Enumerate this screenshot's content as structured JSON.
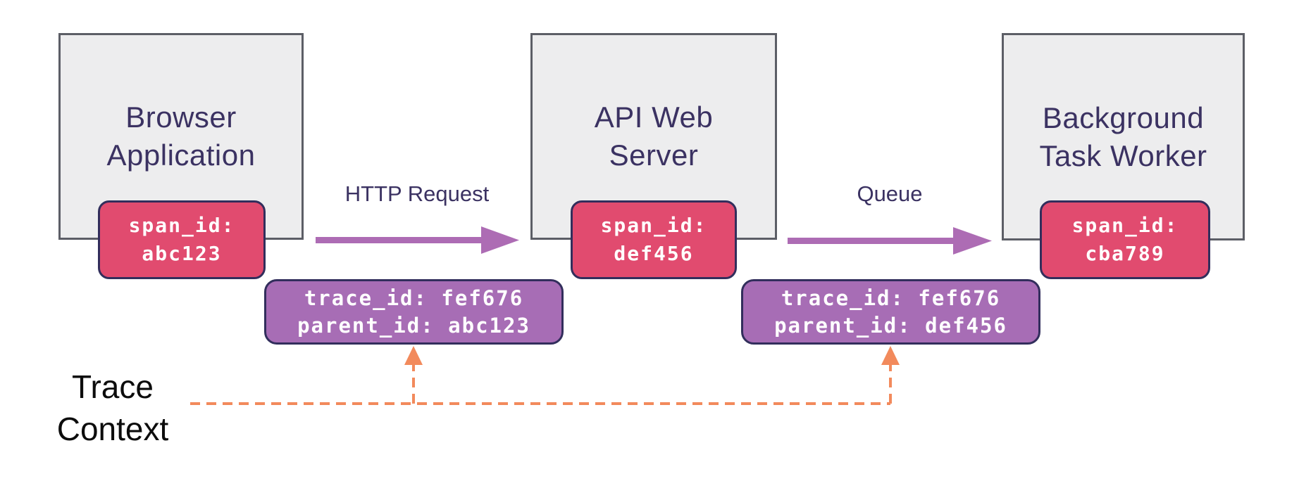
{
  "diagram": {
    "nodes": [
      {
        "title_line1": "Browser",
        "title_line2": "Application",
        "span": {
          "label": "span_id:",
          "value": "abc123"
        }
      },
      {
        "title_line1": "API Web",
        "title_line2": "Server",
        "span": {
          "label": "span_id:",
          "value": "def456"
        }
      },
      {
        "title_line1": "Background",
        "title_line2": "Task Worker",
        "span": {
          "label": "span_id:",
          "value": "cba789"
        }
      }
    ],
    "edges": [
      {
        "label": "HTTP Request"
      },
      {
        "label": "Queue"
      }
    ],
    "context_boxes": [
      {
        "line1": "trace_id: fef676",
        "line2": "parent_id: abc123"
      },
      {
        "line1": "trace_id: fef676",
        "line2": "parent_id: def456"
      }
    ],
    "trace_context": {
      "line1": "Trace",
      "line2": "Context"
    },
    "colors": {
      "node_fill": "#ededee",
      "node_border": "#5c5e66",
      "title_text": "#3b3262",
      "span_badge_fill": "#e14b6f",
      "badge_border": "#322e5c",
      "badge_text": "#ffffff",
      "context_box_fill": "#a76db5",
      "arrow_purple": "#ad6cb4",
      "trace_dash_orange": "#f28a5c",
      "trace_label_text": "#0c0c0c"
    }
  }
}
